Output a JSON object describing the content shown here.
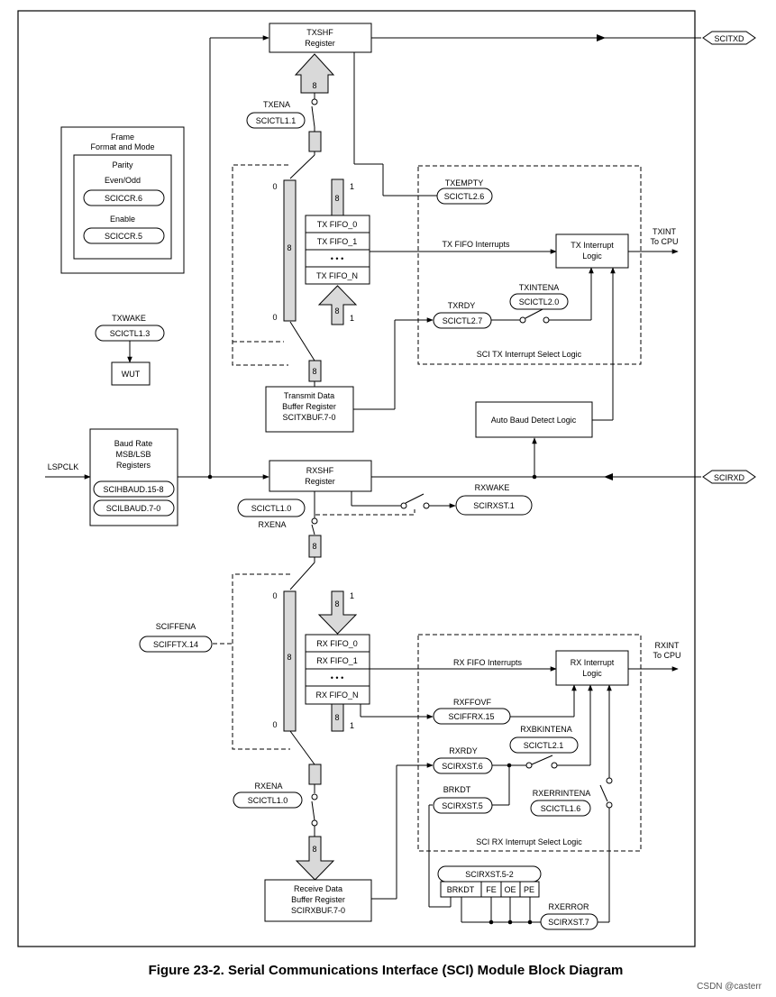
{
  "blocks": {
    "txshf": [
      "TXSHF",
      "Register"
    ],
    "rxshf": [
      "RXSHF",
      "Register"
    ],
    "frame": [
      "Frame",
      "Format and Mode"
    ],
    "parity": "Parity",
    "even_odd": "Even/Odd",
    "enable": "Enable",
    "wut": "WUT",
    "baud": [
      "Baud Rate",
      "MSB/LSB",
      "Registers"
    ],
    "txbuf": [
      "Transmit Data",
      "Buffer Register",
      "SCITXBUF.7-0"
    ],
    "rxbuf": [
      "Receive Data",
      "Buffer Register",
      "SCIRXBUF.7-0"
    ],
    "tx_int_logic": [
      "TX Interrupt",
      "Logic"
    ],
    "rx_int_logic": [
      "RX Interrupt",
      "Logic"
    ],
    "auto_baud": "Auto Baud Detect Logic",
    "tx_fifo": [
      "TX FIFO_0",
      "TX FIFO_1",
      "TX FIFO_N"
    ],
    "rx_fifo": [
      "RX FIFO_0",
      "RX FIFO_1",
      "RX FIFO_N"
    ],
    "fifo_dots": "•   •   •",
    "scirxst52": "SCIRXST.5-2",
    "status_bits": [
      "BRKDT",
      "FE",
      "OE",
      "PE"
    ],
    "tx_select": "SCI TX Interrupt Select Logic",
    "rx_select": "SCI RX Interrupt Select Logic"
  },
  "registers": {
    "sciccr6": "SCICCR.6",
    "sciccr5": "SCICCR.5",
    "scictl11": "SCICTL1.1",
    "scictl13": "SCICTL1.3",
    "scictl26": "SCICTL2.6",
    "scictl27": "SCICTL2.7",
    "scictl20": "SCICTL2.0",
    "scihbaud": "SCIHBAUD.15-8",
    "scilbaud": "SCILBAUD.7-0",
    "scictl10a": "SCICTL1.0",
    "scictl10b": "SCICTL1.0",
    "scirxst1": "SCIRXST.1",
    "scifftx14": "SCIFFTX.14",
    "sciffrx15": "SCIFFRX.15",
    "scictl21": "SCICTL2.1",
    "scirxst6": "SCIRXST.6",
    "scirxst5": "SCIRXST.5",
    "scictl16": "SCICTL1.6",
    "scirxst7": "SCIRXST.7"
  },
  "signals": {
    "scitxd": "SCITXD",
    "scirxd": "SCIRXD",
    "txena": "TXENA",
    "txwake": "TXWAKE",
    "txempty": "TXEMPTY",
    "txrdy": "TXRDY",
    "txintena": "TXINTENA",
    "txint": [
      "TXINT",
      "To CPU"
    ],
    "rxint": [
      "RXINT",
      "To CPU"
    ],
    "lspclk": "LSPCLK",
    "rxena_a": "RXENA",
    "rxena_b": "RXENA",
    "rxwake": "RXWAKE",
    "sciffena": "SCIFFENA",
    "rxffovf": "RXFFOVF",
    "rxbkintena": "RXBKINTENA",
    "rxrdy": "RXRDY",
    "brkdt": "BRKDT",
    "rxerrintena": "RXERRINTENA",
    "rxerror": "RXERROR",
    "tx_fifo_interrupts": "TX FIFO Interrupts",
    "rx_fifo_interrupts": "RX FIFO Interrupts"
  },
  "bus": {
    "w8": "8",
    "one": "1",
    "zero": "0"
  },
  "caption": "Figure 23-2. Serial Communications Interface (SCI) Module Block Diagram",
  "watermark": "CSDN @casterr"
}
